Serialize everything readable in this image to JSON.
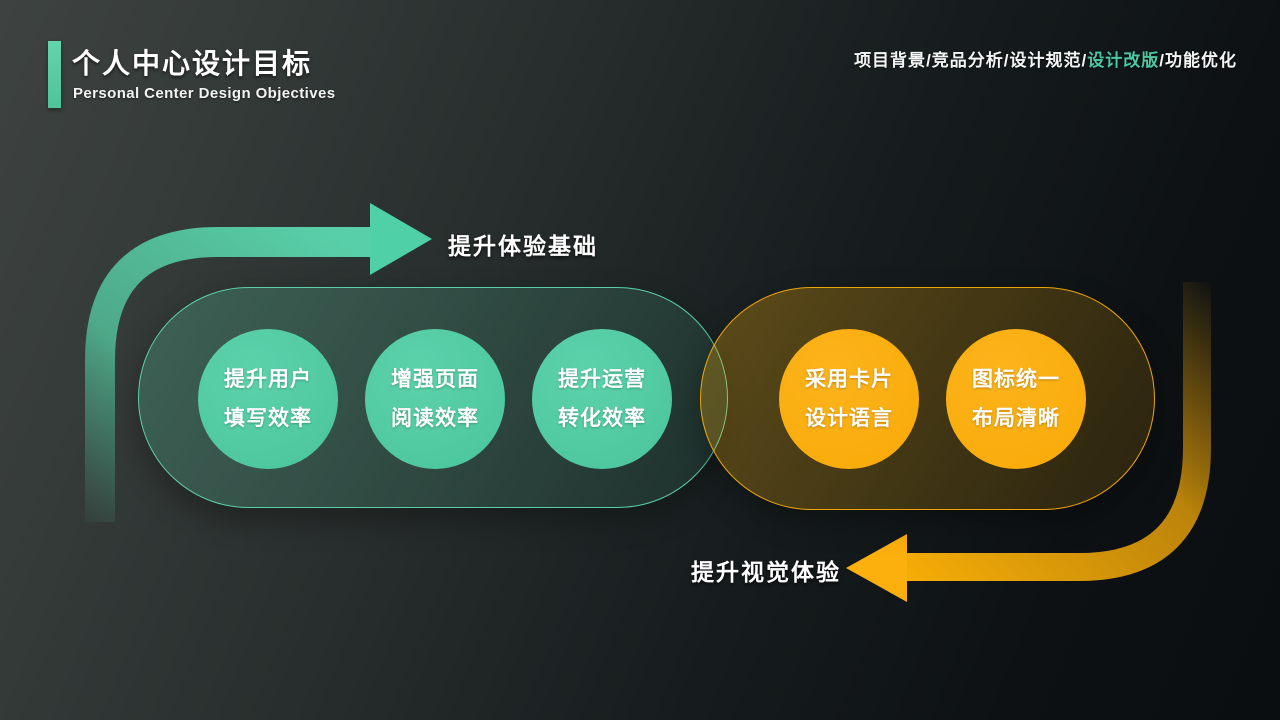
{
  "header": {
    "title": "个人中心设计目标",
    "subtitle": "Personal Center Design Objectives"
  },
  "nav": {
    "separator": "/",
    "items": [
      {
        "label": "项目背景",
        "active": false
      },
      {
        "label": "竞品分析",
        "active": false
      },
      {
        "label": "设计规范",
        "active": false
      },
      {
        "label": "设计改版",
        "active": true
      },
      {
        "label": "功能优化",
        "active": false
      }
    ]
  },
  "diagram": {
    "experience": {
      "arrow_label": "提升体验基础",
      "circles": [
        {
          "line1": "提升用户",
          "line2": "填写效率"
        },
        {
          "line1": "增强页面",
          "line2": "阅读效率"
        },
        {
          "line1": "提升运营",
          "line2": "转化效率"
        }
      ]
    },
    "visual": {
      "arrow_label": "提升视觉体验",
      "circles": [
        {
          "line1": "采用卡片",
          "line2": "设计语言"
        },
        {
          "line1": "图标统一",
          "line2": "布局清晰"
        }
      ]
    }
  },
  "colors": {
    "teal": "#50C9A2",
    "yellow": "#FAAD0E",
    "nav_active": "#4CC9A0",
    "background_left": "#3E4341",
    "background_right": "#0A0E10"
  }
}
